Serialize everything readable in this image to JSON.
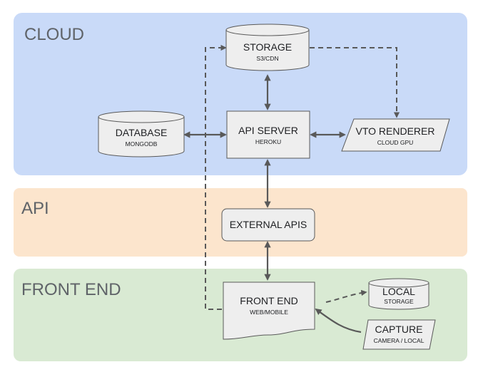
{
  "colors": {
    "cloud_zone": "#c9daf8",
    "api_zone": "#fce5cd",
    "frontend_zone": "#d9ead3",
    "node_fill": "#eeeeee",
    "stroke": "#595959",
    "zone_text": "#5f6368"
  },
  "zones": {
    "cloud": "CLOUD",
    "api": "API",
    "frontend": "FRONT END"
  },
  "nodes": {
    "storage": {
      "title": "STORAGE",
      "sub": "S3/CDN",
      "shape": "cylinder"
    },
    "database": {
      "title": "DATABASE",
      "sub": "MONGODB",
      "shape": "cylinder"
    },
    "api_server": {
      "title": "API SERVER",
      "sub": "HEROKU",
      "shape": "rectangle"
    },
    "vto_renderer": {
      "title": "VTO RENDERER",
      "sub": "CLOUD GPU",
      "shape": "parallelogram"
    },
    "external_apis": {
      "title": "EXTERNAL APIS",
      "shape": "rounded-rectangle"
    },
    "front_end": {
      "title": "FRONT END",
      "sub": "WEB/MOBILE",
      "shape": "document"
    },
    "local": {
      "title": "LOCAL",
      "sub": "STORAGE",
      "shape": "cylinder"
    },
    "capture": {
      "title": "CAPTURE",
      "sub": "CAMERA / LOCAL",
      "shape": "parallelogram"
    }
  },
  "edges": [
    {
      "from": "storage",
      "to": "api_server",
      "style": "solid",
      "arrows": "both"
    },
    {
      "from": "database",
      "to": "api_server",
      "style": "solid",
      "arrows": "both"
    },
    {
      "from": "api_server",
      "to": "vto_renderer",
      "style": "solid",
      "arrows": "both"
    },
    {
      "from": "storage",
      "to": "vto_renderer",
      "style": "dashed",
      "arrows": "end"
    },
    {
      "from": "api_server",
      "to": "external_apis",
      "style": "solid",
      "arrows": "both"
    },
    {
      "from": "external_apis",
      "to": "front_end",
      "style": "solid",
      "arrows": "both"
    },
    {
      "from": "front_end",
      "to": "storage",
      "style": "dashed",
      "arrows": "end"
    },
    {
      "from": "front_end",
      "to": "local",
      "style": "dashed",
      "arrows": "end"
    },
    {
      "from": "capture",
      "to": "front_end",
      "style": "solid",
      "arrows": "end"
    }
  ]
}
